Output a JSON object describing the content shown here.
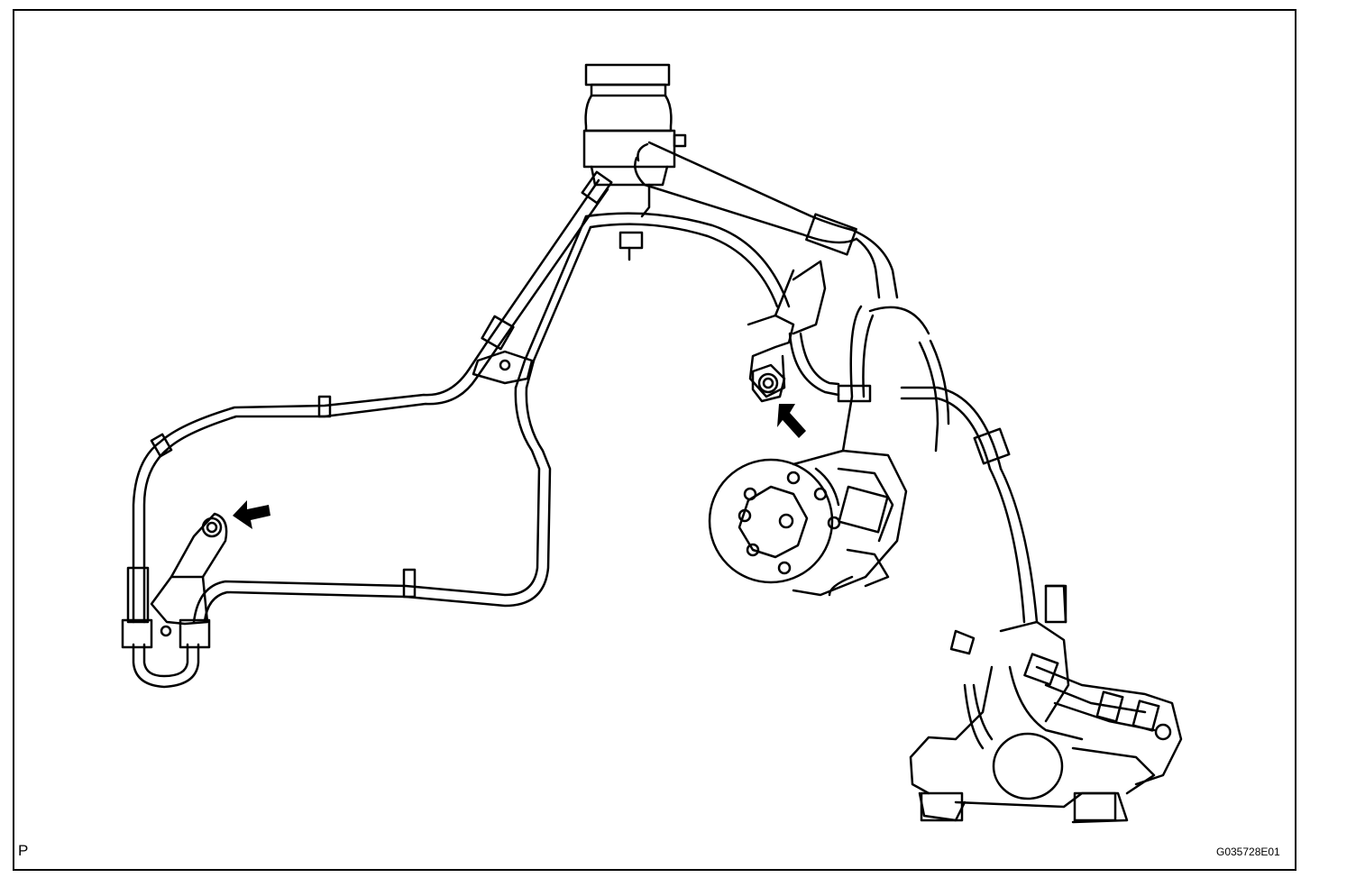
{
  "figure": {
    "corner_letter": "P",
    "figure_id": "G035728E01",
    "colors": {
      "line": "#000000",
      "background": "#ffffff"
    },
    "parts": [
      "reservoir-tank",
      "pressure-tube-assembly",
      "return-hose",
      "vane-pump",
      "steering-gear-housing",
      "tube-clamp-bracket",
      "bolt-left",
      "bolt-right"
    ],
    "callouts": [
      {
        "name": "arrow-to-left-bolt",
        "icon": "arrow-icon"
      },
      {
        "name": "arrow-to-right-bolt",
        "icon": "arrow-icon"
      }
    ]
  }
}
